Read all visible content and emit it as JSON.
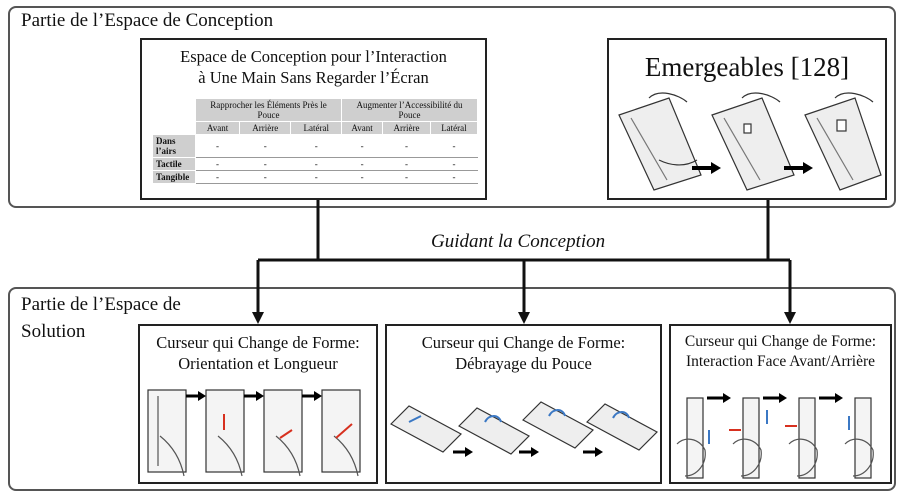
{
  "problem_space": {
    "title": "Partie de l’Espace de Conception",
    "design_space_panel": {
      "title_line1": "Espace de Conception pour l’Interaction",
      "title_line2": "à Une Main Sans Regarder l’Écran",
      "group1": "Rapprocher les Éléments Près le Pouce",
      "group2": "Augmenter l’Accessibilité du Pouce",
      "columns": [
        "Avant",
        "Arrière",
        "Latéral",
        "Avant",
        "Arrière",
        "Latéral"
      ],
      "rows": [
        {
          "label": "Dans l’airs",
          "cells": [
            "-",
            "-",
            "-",
            "-",
            "-",
            "-"
          ]
        },
        {
          "label": "Tactile",
          "cells": [
            "-",
            "-",
            "-",
            "-",
            "-",
            "-"
          ]
        },
        {
          "label": "Tangible",
          "cells": [
            "-",
            "-",
            "-",
            "-",
            "-",
            "-"
          ]
        }
      ]
    },
    "emergeables_panel": {
      "title": "Emergeables [128]"
    }
  },
  "connector_label": "Guidant la Conception",
  "solution_space": {
    "title_line1": "Partie de l’Espace de",
    "title_line2": "Solution",
    "panels": [
      {
        "line1": "Curseur qui Change de Forme:",
        "line2": "Orientation et Longueur"
      },
      {
        "line1": "Curseur qui Change de Forme:",
        "line2": "Débrayage du Pouce"
      },
      {
        "line1": "Curseur qui Change de Forme:",
        "line2": "Interaction Face Avant/Arrière"
      }
    ]
  },
  "colors": {
    "table_header": "#cfcfcf",
    "arrow_red": "#d7301f",
    "arrow_blue": "#3b78c4"
  }
}
